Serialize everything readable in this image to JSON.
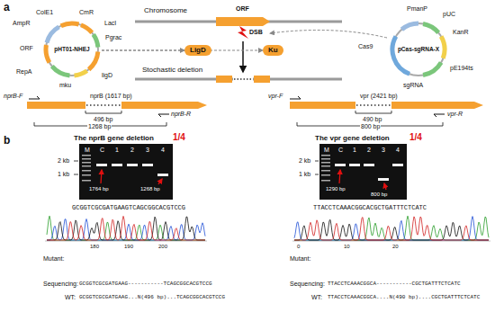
{
  "diagram": {
    "nodes": [
      {
        "text": [
          "pHT01-NHEJ"
        ]
      },
      {
        "text": [
          "LigD"
        ]
      },
      {
        "text": [
          "Ku"
        ]
      },
      {
        "text": [
          "pCas-sgRNA-X"
        ]
      }
    ],
    "edges": [
      {
        "from": 0,
        "to": 1,
        "arrow": "to"
      },
      {
        "from": 0,
        "to": 2,
        "arrow": "to"
      }
    ],
    "labels": [
      "a",
      "AmpR",
      "ColE1",
      "CmR",
      "LacI",
      "ORF",
      "RepA",
      "Pgrac",
      "ligD",
      "mku",
      "Chromosome",
      "ORF",
      "DSB",
      "Stochastic deletion",
      "Cas9",
      "PmanP",
      "pUC",
      "KanR",
      "pE194ts",
      "sgRNA",
      "nprB-F",
      "nprB (1617 bp)",
      "nprB-R",
      "496 bp",
      "1268 bp",
      "vpr-F",
      "vpr (2421 bp)",
      "vpr-R",
      "490 bp",
      "800 bp",
      "b",
      "The nprB gene deletion",
      "1/4",
      "M",
      "C",
      "1",
      "2",
      "3",
      "4",
      "2 kb",
      "1 kb",
      "1764 bp",
      "1268 bp",
      "GCGGTCGCGATGAAGTCAGCGGCACGTCCG",
      "180",
      "190",
      "200",
      "Mutant:",
      "Sequencing:",
      "GCGGTCGCGATGAAG-----------TCAGCGGCACGTCCG",
      "WT:",
      "GCGGTCGCGATGAAG...N(496 bp)...TCAGCGGCACGTCCG",
      "The vpr gene deletion",
      "1/4",
      "M",
      "C",
      "1",
      "2",
      "3",
      "4",
      "2 kb",
      "1 kb",
      "1290 bp",
      "800 bp",
      "TTACCTCAAACGGCACGCTGATTTCTCATC",
      "0",
      "10",
      "20",
      "Mutant:",
      "Sequencing:",
      "TTACCTCAAACGGCA-----------CGCTGATTTCTCATC",
      "WT:",
      "TTACCTCAAACGGCA....N(490 bp)....CGCTGATTTCTCATC"
    ]
  }
}
